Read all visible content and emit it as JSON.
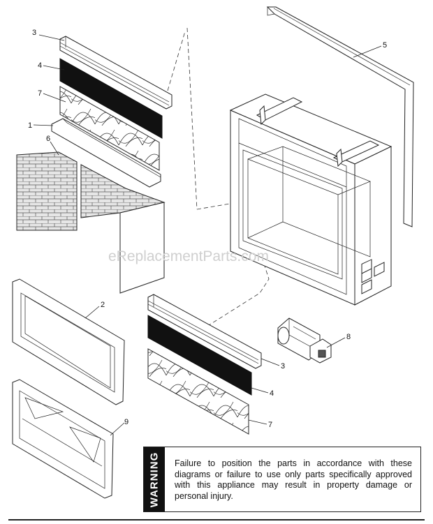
{
  "callouts": {
    "c3a": "3",
    "c4a": "4",
    "c7a": "7",
    "c1": "1",
    "c6": "6",
    "c5": "5",
    "c2": "2",
    "c9": "9",
    "c8": "8",
    "c3b": "3",
    "c4b": "4",
    "c7b": "7"
  },
  "watermark": "eReplacementParts.com",
  "warning": {
    "label": "WARNING",
    "text": "Failure to position the parts in accordance with these diagrams or failure to use only parts specifically approved with this appliance may result in property damage or personal injury."
  }
}
